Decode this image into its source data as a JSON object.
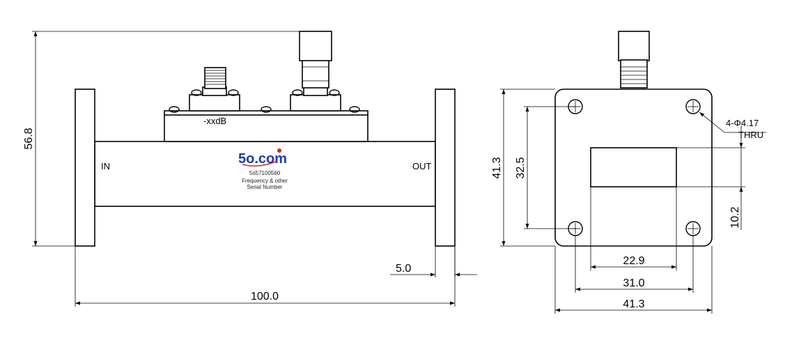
{
  "front_view": {
    "attenuation_label": "-xxdB",
    "port_in": "IN",
    "port_out": "OUT",
    "logo_text": "5o.com",
    "part_number": "5o57100560",
    "freq_text": "Frequency & other",
    "serial_text": "Serial Number",
    "dim_height": "56.8",
    "dim_length": "100.0",
    "dim_flange": "5.0"
  },
  "side_view": {
    "dim_height": "41.3",
    "dim_hole_spacing_v": "32.5",
    "dim_slot_offset": "10.2",
    "dim_slot_width": "22.9",
    "dim_hole_spacing_h": "31.0",
    "dim_width": "41.3",
    "hole_note_line1": "4-Φ4.17",
    "hole_note_line2": "THRU"
  },
  "colors": {
    "line": "#000000",
    "logo": "#1a3fa6",
    "logo_dot": "#e02020"
  }
}
